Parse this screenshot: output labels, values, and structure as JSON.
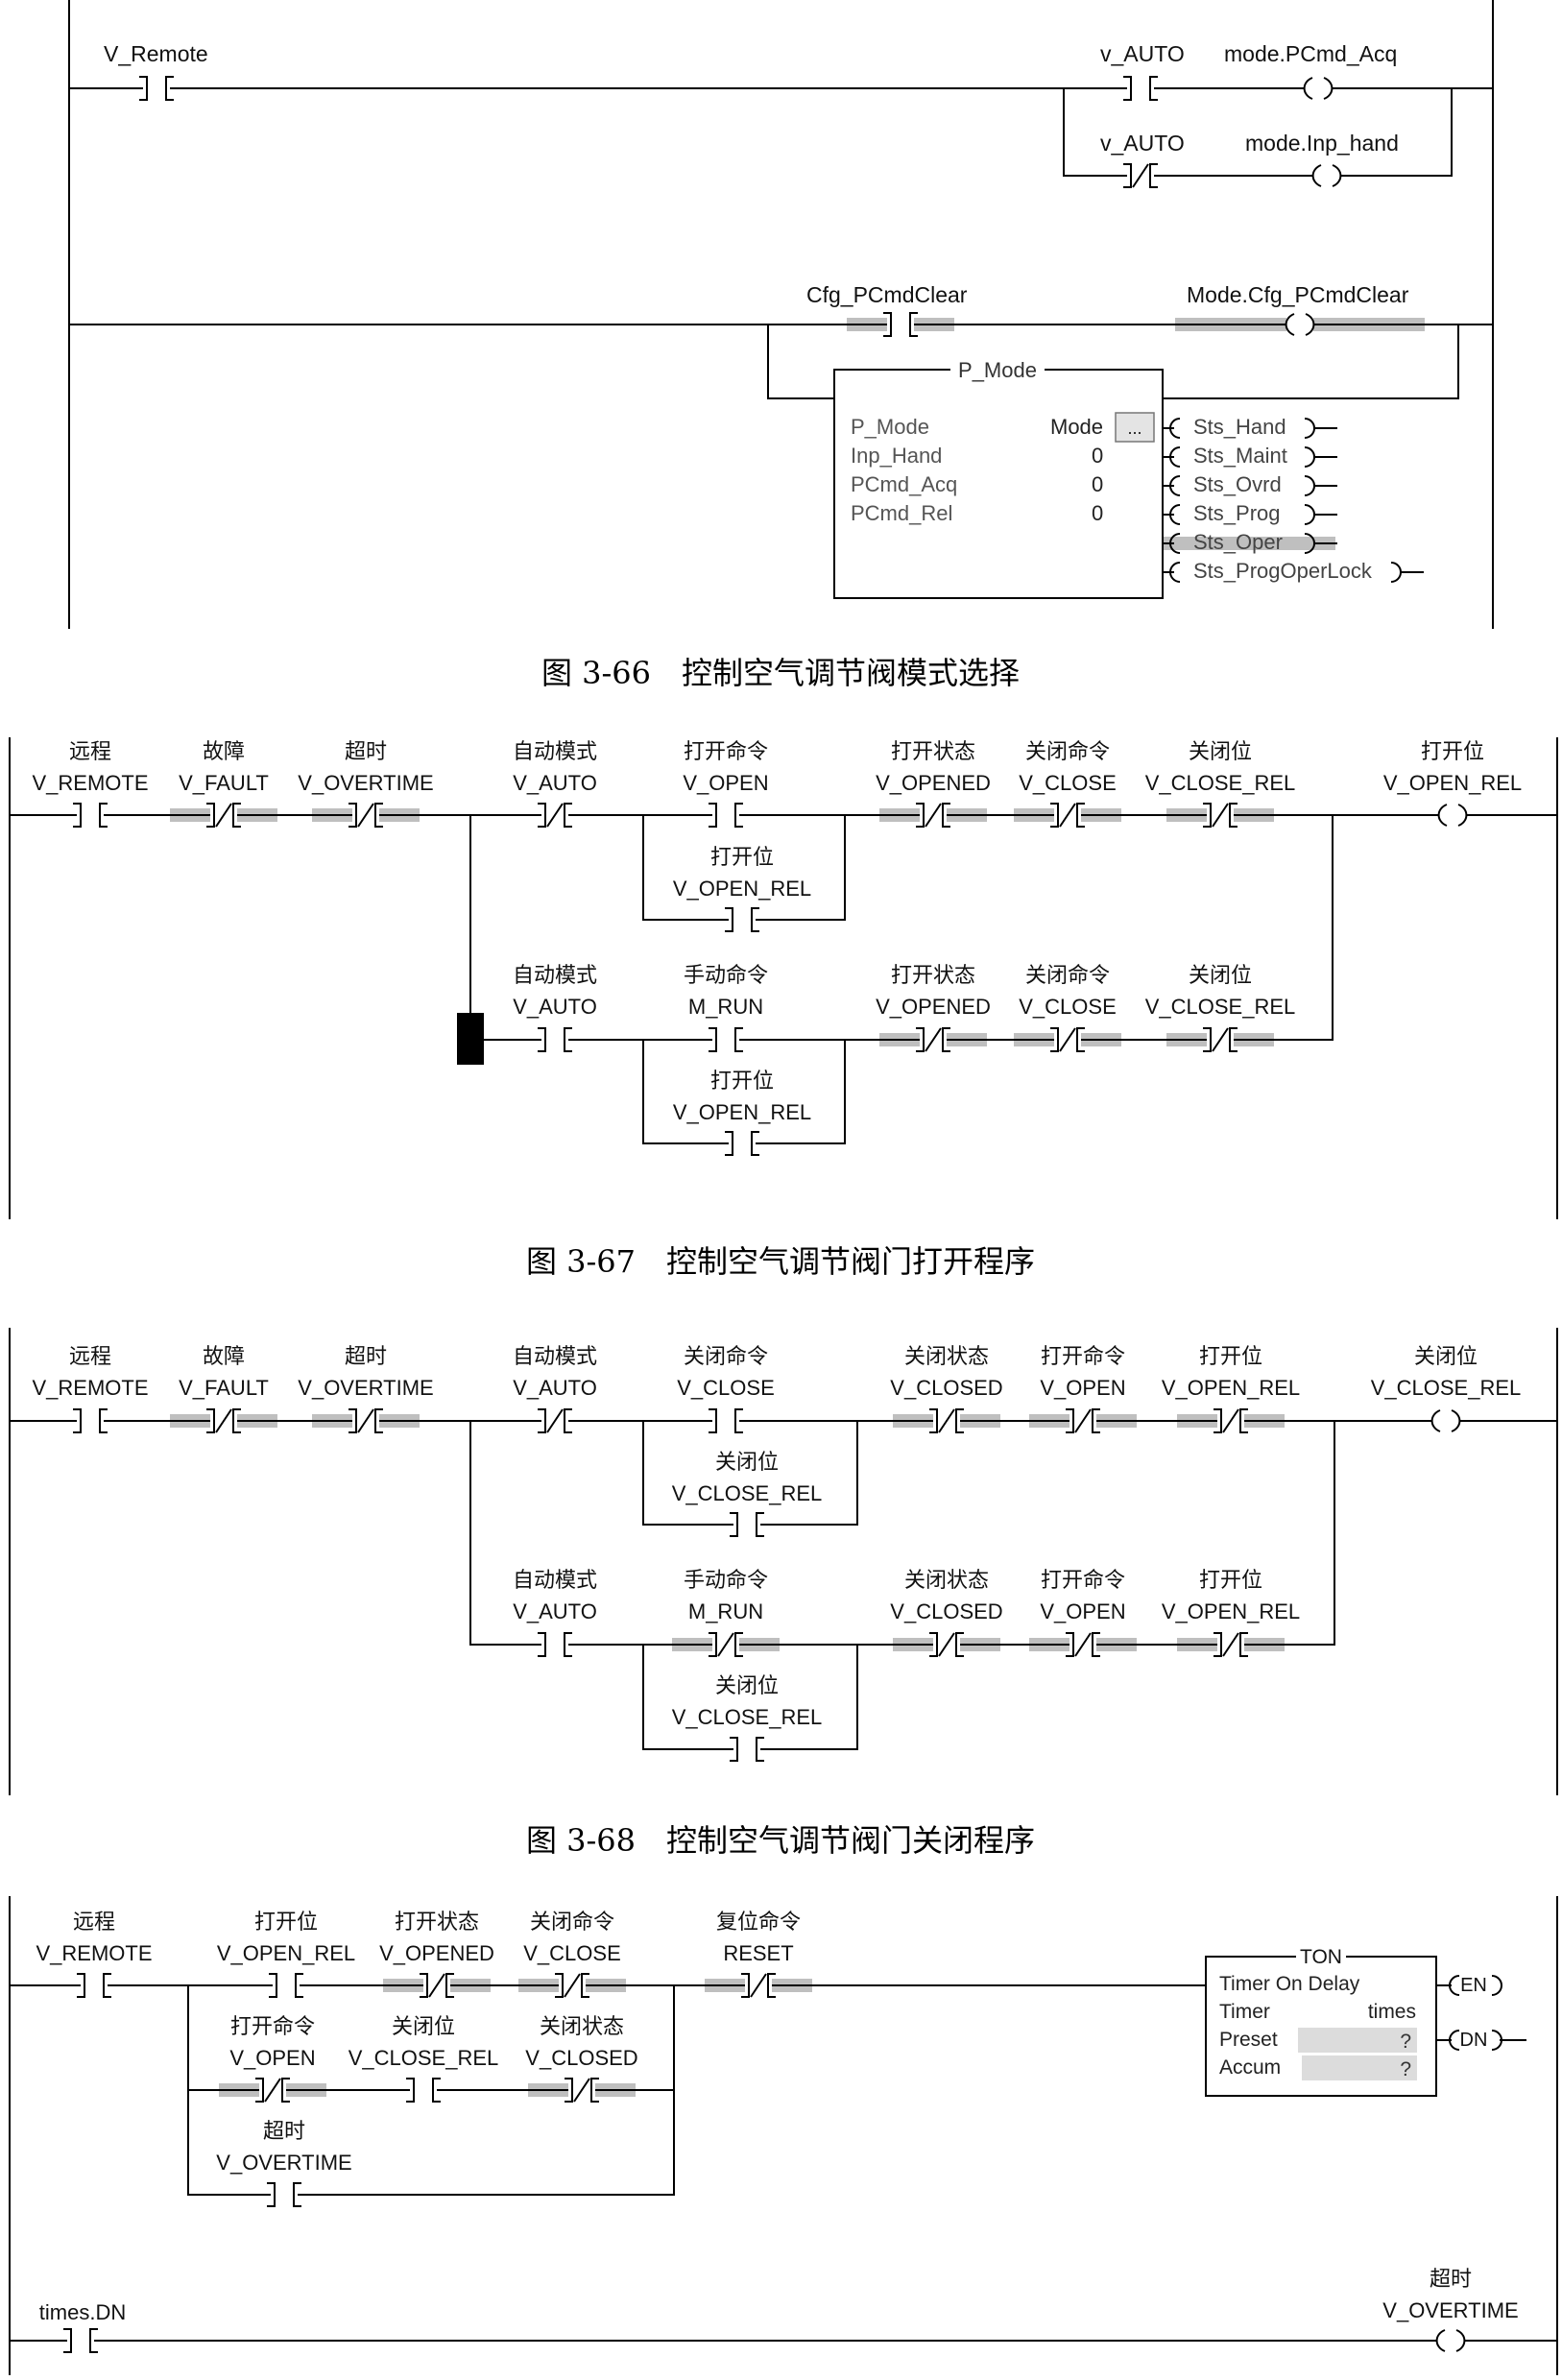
{
  "fig66": {
    "caption": "图 3-66　控制空气调节阀模式选择",
    "r1_contact": "V_Remote",
    "r1_auto_a": "v_AUTO",
    "r1_coil_a": "mode.PCmd_Acq",
    "r1_auto_b": "v_AUTO",
    "r1_coil_b": "mode.Inp_hand",
    "r2_contact": "Cfg_PCmdClear",
    "r2_coil": "Mode.Cfg_PCmdClear",
    "block_title": "P_Mode",
    "block_rows": [
      "P_Mode",
      "Inp_Hand",
      "PCmd_Acq",
      "PCmd_Rel"
    ],
    "block_mode_label": "Mode",
    "block_ellipsis": "...",
    "block_vals": [
      "0",
      "0",
      "0"
    ],
    "outputs": [
      "Sts_Hand",
      "Sts_Maint",
      "Sts_Ovrd",
      "Sts_Prog",
      "Sts_Oper",
      "Sts_ProgOperLock"
    ]
  },
  "fig67": {
    "caption": "图 3-67　控制空气调节阀门打开程序",
    "top": [
      {
        "zh": "远程",
        "en": "V_REMOTE"
      },
      {
        "zh": "故障",
        "en": "V_FAULT"
      },
      {
        "zh": "超时",
        "en": "V_OVERTIME"
      },
      {
        "zh": "自动模式",
        "en": "V_AUTO"
      },
      {
        "zh": "打开命令",
        "en": "V_OPEN"
      },
      {
        "zh": "打开状态",
        "en": "V_OPENED"
      },
      {
        "zh": "关闭命令",
        "en": "V_CLOSE"
      },
      {
        "zh": "关闭位",
        "en": "V_CLOSE_REL"
      },
      {
        "zh": "打开位",
        "en": "V_OPEN_REL"
      }
    ],
    "b1": {
      "zh": "打开位",
      "en": "V_OPEN_REL"
    },
    "lower": [
      {
        "zh": "自动模式",
        "en": "V_AUTO"
      },
      {
        "zh": "手动命令",
        "en": "M_RUN"
      },
      {
        "zh": "打开状态",
        "en": "V_OPENED"
      },
      {
        "zh": "关闭命令",
        "en": "V_CLOSE"
      },
      {
        "zh": "关闭位",
        "en": "V_CLOSE_REL"
      }
    ],
    "b2": {
      "zh": "打开位",
      "en": "V_OPEN_REL"
    }
  },
  "fig68": {
    "caption": "图 3-68　控制空气调节阀门关闭程序",
    "top": [
      {
        "zh": "远程",
        "en": "V_REMOTE"
      },
      {
        "zh": "故障",
        "en": "V_FAULT"
      },
      {
        "zh": "超时",
        "en": "V_OVERTIME"
      },
      {
        "zh": "自动模式",
        "en": "V_AUTO"
      },
      {
        "zh": "关闭命令",
        "en": "V_CLOSE"
      },
      {
        "zh": "关闭状态",
        "en": "V_CLOSED"
      },
      {
        "zh": "打开命令",
        "en": "V_OPEN"
      },
      {
        "zh": "打开位",
        "en": "V_OPEN_REL"
      },
      {
        "zh": "关闭位",
        "en": "V_CLOSE_REL"
      }
    ],
    "b1": {
      "zh": "关闭位",
      "en": "V_CLOSE_REL"
    },
    "lower": [
      {
        "zh": "自动模式",
        "en": "V_AUTO"
      },
      {
        "zh": "手动命令",
        "en": "M_RUN"
      },
      {
        "zh": "关闭状态",
        "en": "V_CLOSED"
      },
      {
        "zh": "打开命令",
        "en": "V_OPEN"
      },
      {
        "zh": "打开位",
        "en": "V_OPEN_REL"
      }
    ],
    "b2": {
      "zh": "关闭位",
      "en": "V_CLOSE_REL"
    }
  },
  "fig69": {
    "top": [
      {
        "zh": "远程",
        "en": "V_REMOTE"
      },
      {
        "zh": "打开位",
        "en": "V_OPEN_REL"
      },
      {
        "zh": "打开状态",
        "en": "V_OPENED"
      },
      {
        "zh": "关闭命令",
        "en": "V_CLOSE"
      },
      {
        "zh": "复位命令",
        "en": "RESET"
      }
    ],
    "mid": [
      {
        "zh": "打开命令",
        "en": "V_OPEN"
      },
      {
        "zh": "关闭位",
        "en": "V_CLOSE_REL"
      },
      {
        "zh": "关闭状态",
        "en": "V_CLOSED"
      }
    ],
    "ot": {
      "zh": "超时",
      "en": "V_OVERTIME"
    },
    "ton_title": "TON",
    "ton_rows": [
      "Timer On Delay",
      "Timer",
      "Preset",
      "Accum"
    ],
    "ton_timer_val": "times",
    "ton_q": [
      "?",
      "?"
    ],
    "en": "EN",
    "dn": "DN",
    "r2_contact": "times.DN",
    "r2_coil": {
      "zh": "超时",
      "en": "V_OVERTIME"
    }
  }
}
